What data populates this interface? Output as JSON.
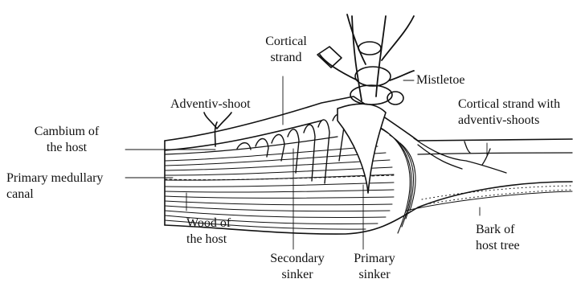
{
  "labels": {
    "cortical_strand": [
      "Cortical",
      "strand"
    ],
    "mistletoe": "Mistletoe",
    "adventiv_shoot": "Adventiv-shoot",
    "cortical_strand_with": [
      "Cortical strand with",
      "adventiv-shoots"
    ],
    "cambium": [
      "Cambium of",
      "the host"
    ],
    "medullary": [
      "Primary medullary",
      "canal"
    ],
    "wood": [
      "Wood of",
      "the host"
    ],
    "secondary_sinker": [
      "Secondary",
      "sinker"
    ],
    "primary_sinker": [
      "Primary",
      "sinker"
    ],
    "bark": [
      "Bark of",
      "host tree"
    ]
  },
  "colors": {
    "line": "#111111",
    "background": "#ffffff"
  }
}
